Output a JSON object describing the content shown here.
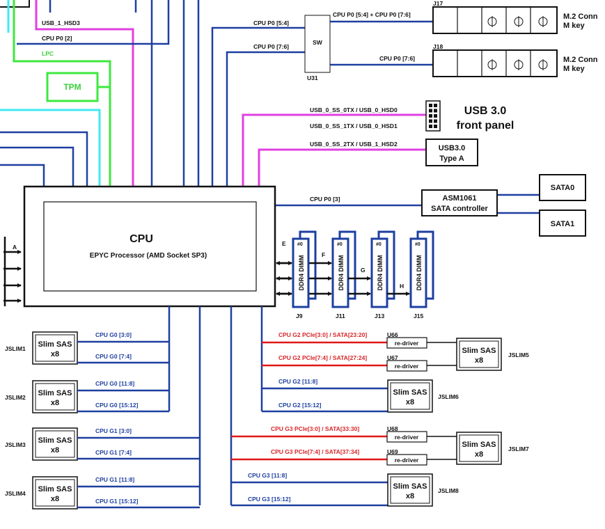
{
  "colors": {
    "blue": "#1d3fa0",
    "magenta": "#e040e0",
    "green": "#3ee83e",
    "cyan": "#40e8f0",
    "red": "#e01818",
    "black": "#111111"
  },
  "cpu": {
    "title": "CPU",
    "subtitle": "EPYC Processor (AMD Socket SP3)",
    "left_label": "A"
  },
  "tpm": {
    "label": "TPM"
  },
  "top": {
    "usb_hsd3": "USB_1_HSD3",
    "cpu_p0_2": "CPU P0 [2]",
    "lpc": "LPC"
  },
  "switch": {
    "label": "SW",
    "ref": "U31",
    "in_54": "CPU P0 [5:4]",
    "in_76": "CPU P0 [7:6]",
    "out_top": "CPU P0 [5:4]  + CPU P0 [7:6]",
    "out_bottom": "CPU P0 [7:6]"
  },
  "m2": [
    {
      "ref": "J17",
      "label_line1": "M.2 Conn",
      "label_line2": "M key"
    },
    {
      "ref": "J18",
      "label_line1": "M.2 Conn",
      "label_line2": "M key"
    }
  ],
  "usb_front": {
    "line1": "USB_0_SS_0TX / USB_0_HSD0",
    "line2": "USB_0_SS_1TX / USB_0_HSD1",
    "title_line1": "USB 3.0",
    "title_line2": "front panel"
  },
  "usb_typea": {
    "line": "USB_0_SS_2TX / USB_1_HSD2",
    "title_line1": "USB3.0",
    "title_line2": "Type A"
  },
  "sata_ctrl": {
    "bus": "CPU P0 [3]",
    "line1": "ASM1061",
    "line2": "SATA controller",
    "port0": "SATA0",
    "port1": "SATA1"
  },
  "dimm": {
    "slot_label": "DDR4 DIMM",
    "slot_index": "#0",
    "channels": [
      {
        "channel": "E",
        "ref": "J9"
      },
      {
        "channel": "F",
        "ref": "J11"
      },
      {
        "channel": "G",
        "ref": "J13"
      },
      {
        "channel": "H",
        "ref": "J15"
      }
    ]
  },
  "slimsas_label": {
    "line1": "Slim SAS",
    "line2": "x8"
  },
  "left_slims": [
    {
      "ref": "JSLIM1",
      "bus_top": "CPU G0 [3:0]",
      "bus_bottom": "CPU G0 [7:4]"
    },
    {
      "ref": "JSLIM2",
      "bus_top": "CPU G0 [11:8]",
      "bus_bottom": "CPU G0 [15:12]"
    },
    {
      "ref": "JSLIM3",
      "bus_top": "CPU G1 [3:0]",
      "bus_bottom": "CPU G1 [7:4]"
    },
    {
      "ref": "JSLIM4",
      "bus_top": "CPU G1 [11:8]",
      "bus_bottom": "CPU G1 [15:12]"
    }
  ],
  "right_redriver_groups": [
    {
      "ref": "JSLIM5",
      "bus_top": "CPU G2 PCIe[3:0] / SATA[23:20]",
      "bus_bottom": "CPU G2 PCIe[7:4] / SATA[27:24]",
      "u_top": "U66",
      "u_bottom": "U67"
    },
    {
      "ref": "JSLIM7",
      "bus_top": "CPU G3 PCIe[3:0] / SATA[33:30]",
      "bus_bottom": "CPU G3 PCIe[7:4] / SATA[37:34]",
      "u_top": "U68",
      "u_bottom": "U69"
    }
  ],
  "redriver_label": "re-driver",
  "right_direct": [
    {
      "ref": "JSLIM6",
      "bus_top": "CPU G2 [11:8]",
      "bus_bottom": "CPU G2 [15:12]"
    },
    {
      "ref": "JSLIM8",
      "bus_top": "CPU G3 [11:8]",
      "bus_bottom": "CPU G3 [15:12]"
    }
  ]
}
